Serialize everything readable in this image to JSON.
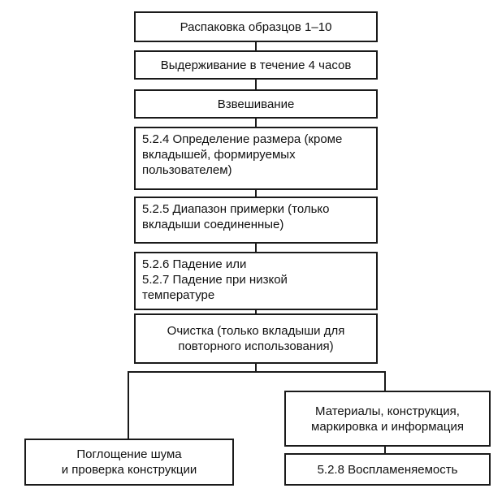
{
  "steps": [
    "Распаковка образцов 1–10",
    "Выдерживание в течение 4 часов",
    "Взвешивание",
    "5.2.4 Определение размера (кроме\nвкладышей, формируемых\nпользователем)",
    "5.2.5 Диапазон примерки (только\nвкладыши соединенные)",
    "5.2.6 Падение или\n5.2.7 Падение при низкой\nтемпературе",
    "Очистка (только вкладыши для\nповторного использования)"
  ],
  "branch_left": "Поглощение шума\nи проверка конструкции",
  "branch_right": [
    "Материалы, конструкция,\nмаркировка и информация",
    "5.2.8 Воспламеняемость"
  ]
}
